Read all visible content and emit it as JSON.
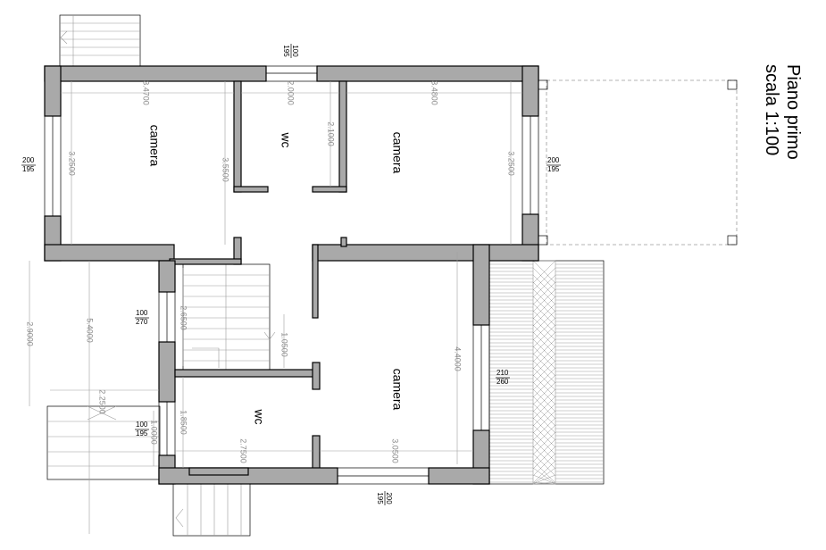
{
  "title": {
    "line1": "Piano primo",
    "line2": "scala 1:100"
  },
  "rooms": {
    "camera_top_left": "camera",
    "wc_top": "wc",
    "camera_top_right": "camera",
    "camera_bottom_right": "camera",
    "wc_bottom": "wc"
  },
  "dimensions": {
    "d_3_4700": "3.4700",
    "d_2_0000": "2.0000",
    "d_3_4800": "3.4800",
    "d_3_2500_left": "3.2500",
    "d_3_5500": "3.5500",
    "d_2_1000": "2.1000",
    "d_3_2500_right": "3.2500",
    "d_2_9000": "2.9000",
    "d_5_4000": "5.4000",
    "d_2_6500": "2.6500",
    "d_1_0500": "1.0500",
    "d_4_4000": "4.4000",
    "d_2_2500": "2.2500",
    "d_1_0000": "1.0000",
    "d_1_8500": "1.8500",
    "d_2_7500": "2.7500",
    "d_3_0500": "3.0500"
  },
  "openings": {
    "top_center": [
      "100",
      "195"
    ],
    "left_top": [
      "200",
      "195"
    ],
    "right_top": [
      "200",
      "195"
    ],
    "left_mid": [
      "100",
      "270"
    ],
    "right_mid": [
      "210",
      "260"
    ],
    "left_low": [
      "100",
      "195"
    ],
    "bottom": [
      "200",
      "195"
    ]
  }
}
